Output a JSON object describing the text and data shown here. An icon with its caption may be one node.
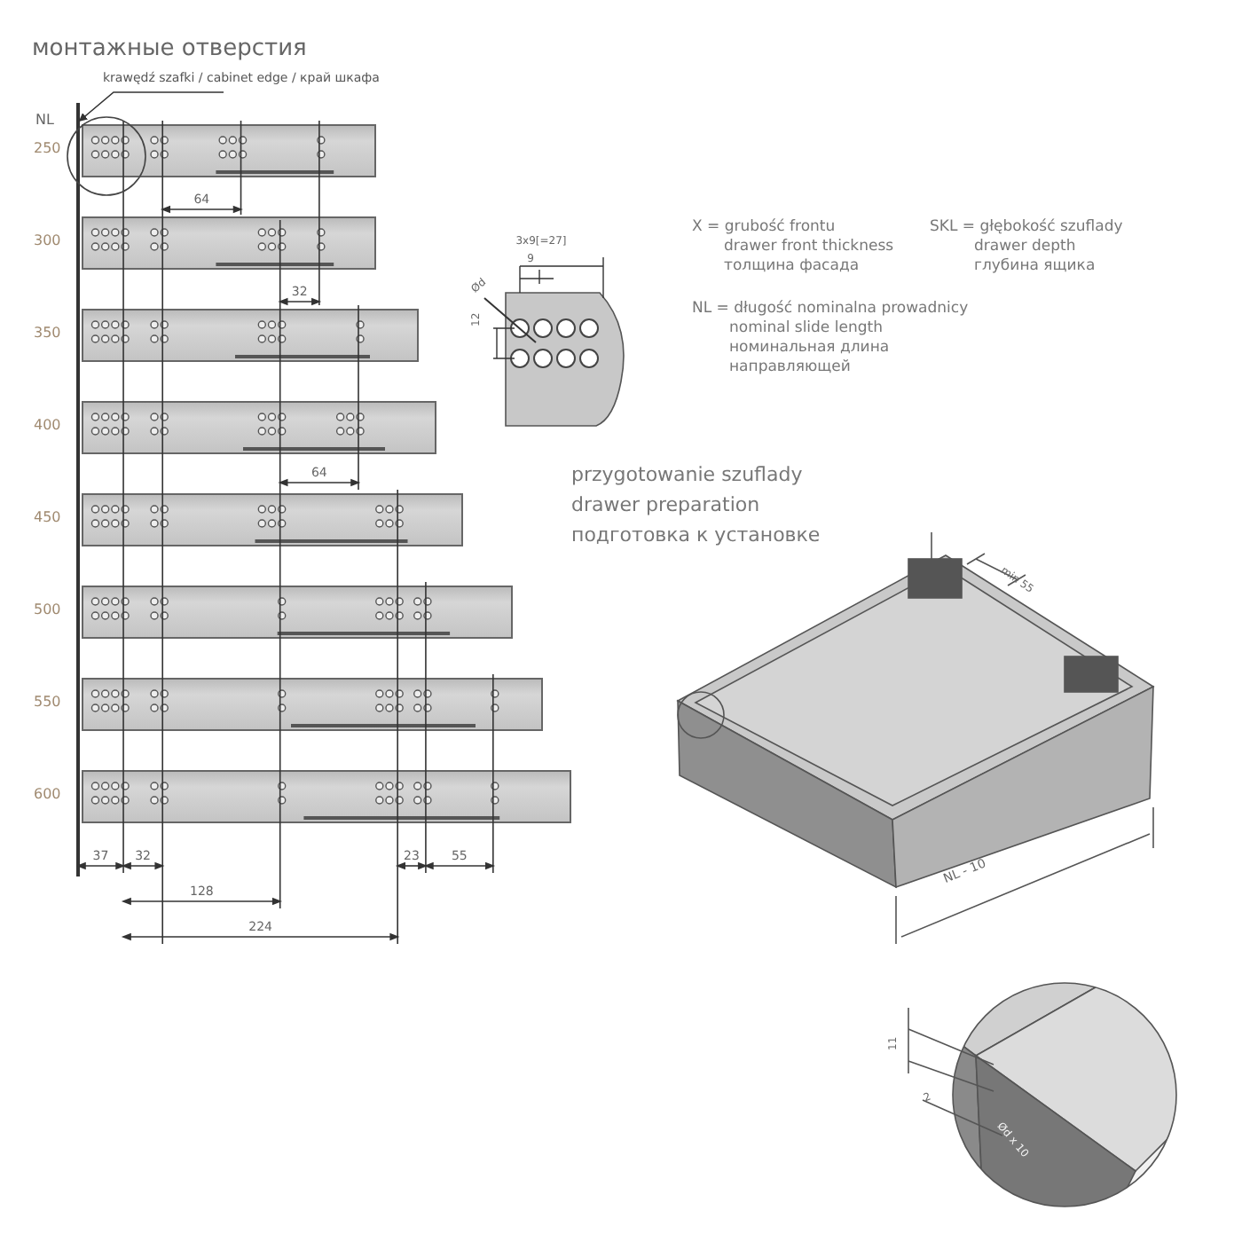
{
  "diagram": {
    "title": "монтажные отверстия",
    "nodes": [
      {
        "text": [
          "krawędź szafki / cabinet edge / край шкафа"
        ]
      },
      {
        "text": [],
        "shape": "bar",
        "beside": [
          "250"
        ]
      },
      {
        "text": [],
        "shape": "bar",
        "beside": [
          "300"
        ]
      },
      {
        "text": [],
        "shape": "bar",
        "beside": [
          "350"
        ]
      },
      {
        "text": [],
        "shape": "bar",
        "beside": [
          "400"
        ]
      },
      {
        "text": [],
        "shape": "bar",
        "beside": [
          "450"
        ]
      },
      {
        "text": [],
        "shape": "bar",
        "beside": [
          "500"
        ]
      },
      {
        "text": [],
        "shape": "bar",
        "beside": [
          "550"
        ]
      },
      {
        "text": [],
        "shape": "bar",
        "beside": [
          "600"
        ]
      },
      {
        "text": [],
        "shape": "line"
      }
    ],
    "edges": [
      {
        "from": 0,
        "to": 9,
        "arrow": "to"
      }
    ],
    "labels": [
      "NL",
      "64",
      "32",
      "64",
      "37",
      "32",
      "23",
      "55",
      "128",
      "224",
      "3x9[=27]",
      "9",
      "Ød",
      "12",
      "X = grubość frontu",
      "drawer front thickness",
      "толщина фасада",
      "SKL = głębokość szuflady",
      "drawer depth",
      "глубина ящика",
      "NL = długość nominalna prowadnicy",
      "nominal slide length",
      "номинальная длина",
      "направляющей",
      "przygotowanie szuflady",
      "drawer preparation",
      "подготовка к установке",
      "min 55",
      "NL - 10",
      "11",
      "2",
      "Ød x 10"
    ]
  }
}
